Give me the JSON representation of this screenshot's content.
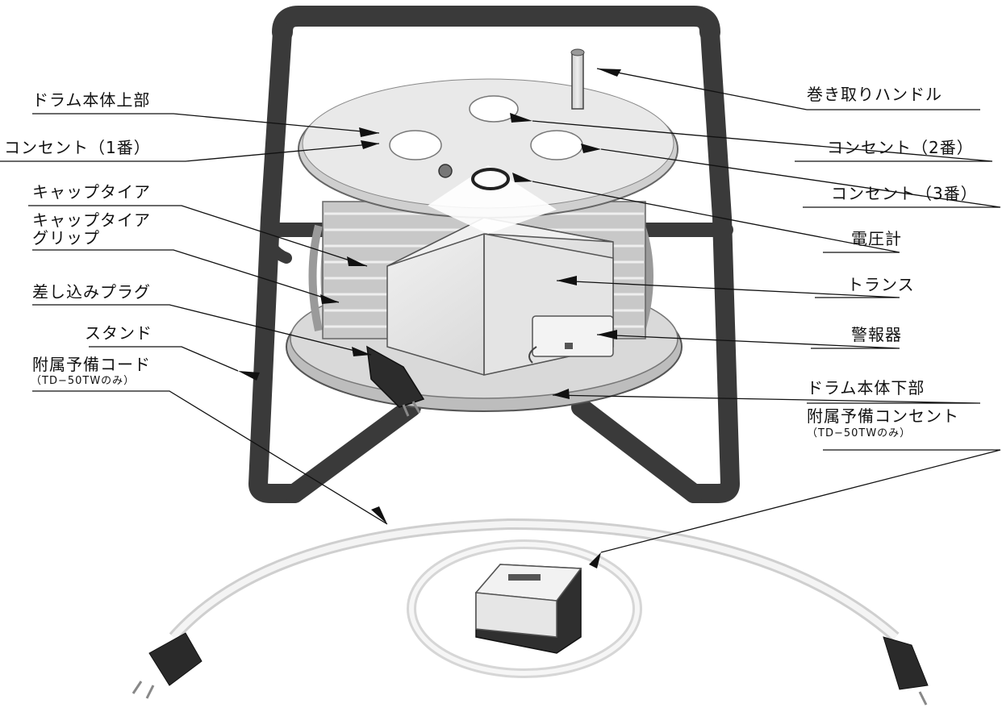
{
  "labels": {
    "drum_upper": "ドラム本体上部",
    "outlet_1": "コンセント（1番）",
    "cabtire": "キャップタイア",
    "cabtire_grip_1": "キャップタイア",
    "cabtire_grip_2": "グリップ",
    "plug": "差し込みプラグ",
    "stand": "スタンド",
    "spare_cord": "附属予備コード",
    "spare_cord_note": "（TD−50TWのみ）",
    "winding_handle": "巻き取りハンドル",
    "outlet_2": "コンセント（2番）",
    "outlet_3": "コンセント（3番）",
    "voltmeter": "電圧計",
    "transformer": "トランス",
    "alarm": "警報器",
    "drum_lower": "ドラム本体下部",
    "spare_outlet": "附属予備コンセント",
    "spare_outlet_note": "（TD−50TWのみ）"
  }
}
